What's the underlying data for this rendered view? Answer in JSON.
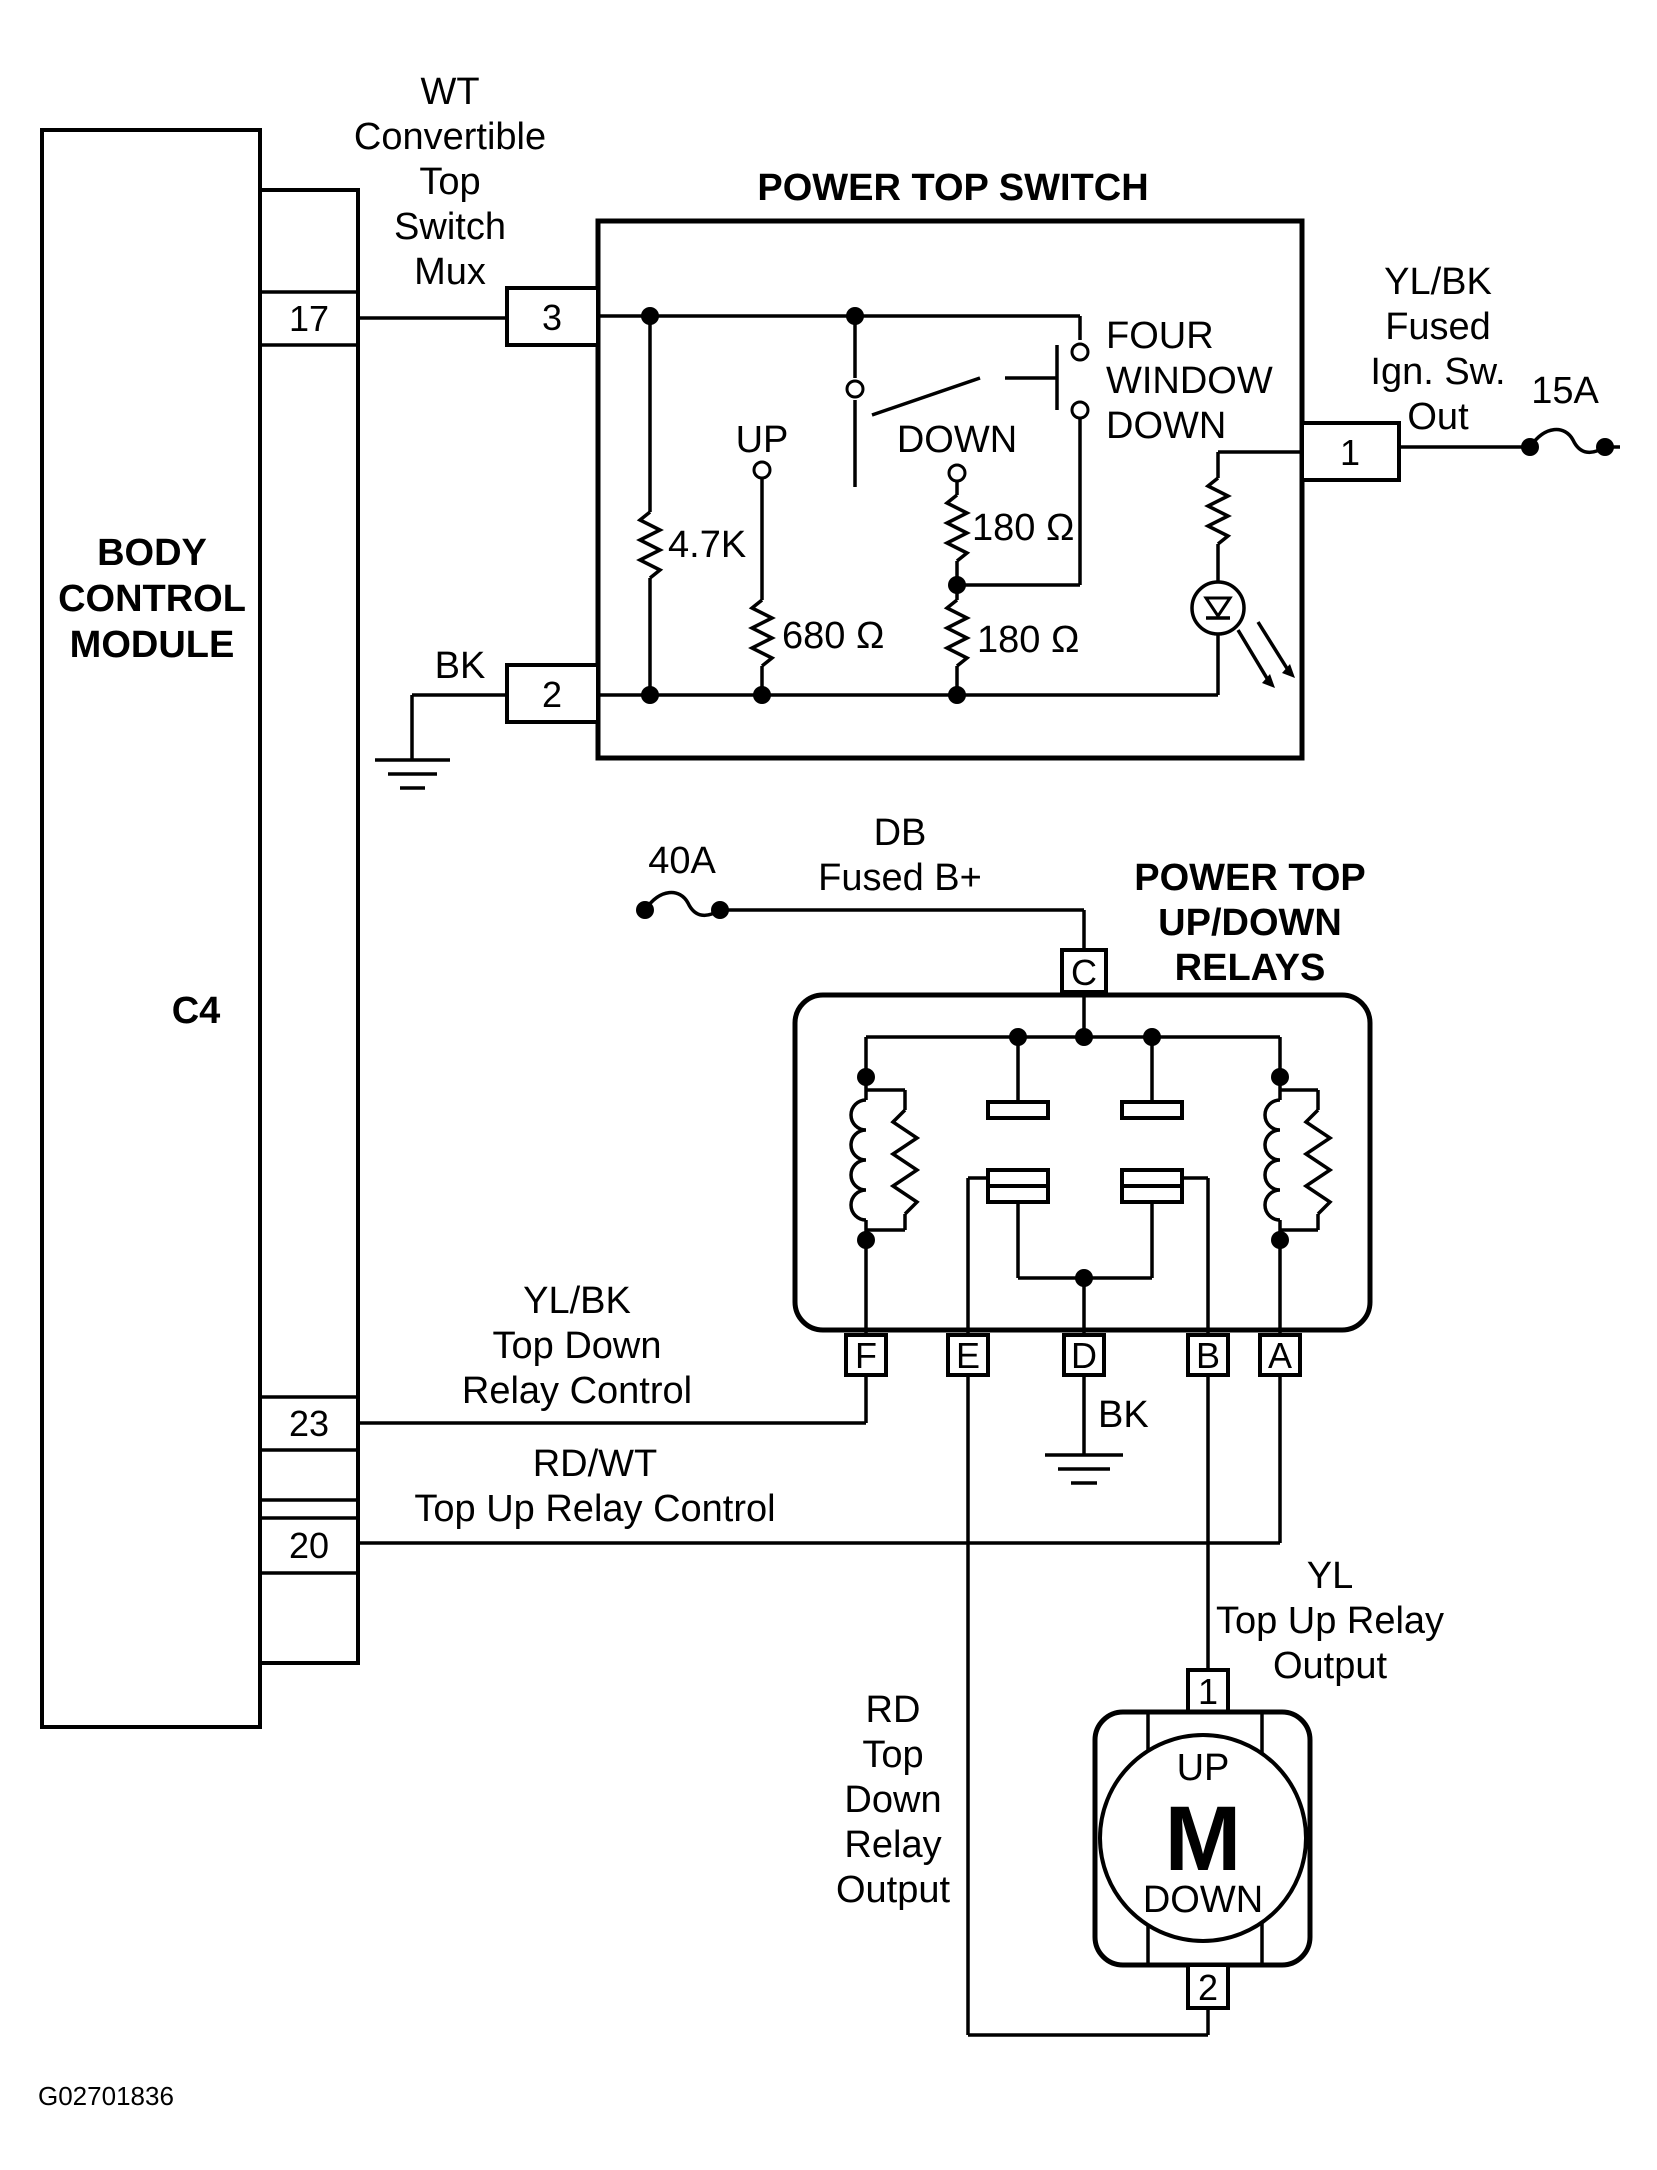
{
  "module": {
    "name_line1": "BODY",
    "name_line2": "CONTROL",
    "name_line3": "MODULE",
    "connector": "C4",
    "pins": {
      "p17": "17",
      "p23": "23",
      "p20": "20"
    }
  },
  "wires": {
    "mux": [
      "WT",
      "Convertible",
      "Top",
      "Switch",
      "Mux"
    ],
    "ground_switch": "BK",
    "fused_ign": [
      "YL/BK",
      "Fused",
      "Ign. Sw.",
      "Out"
    ],
    "fuse_15a": "15A",
    "fuse_40a": "40A",
    "fused_b": [
      "DB",
      "Fused B+"
    ],
    "down_ctrl": [
      "YL/BK",
      "Top Down",
      "Relay Control"
    ],
    "up_ctrl": [
      "RD/WT",
      "Top Up Relay Control"
    ],
    "ground_relay": "BK",
    "up_output": [
      "YL",
      "Top Up Relay",
      "Output"
    ],
    "down_output": [
      "RD",
      "Top",
      "Down",
      "Relay",
      "Output"
    ]
  },
  "switch": {
    "title": "POWER TOP SWITCH",
    "pins": {
      "p3": "3",
      "p2": "2",
      "p1": "1"
    },
    "four_window": [
      "FOUR",
      "WINDOW",
      "DOWN"
    ],
    "up": "UP",
    "down": "DOWN",
    "r_4k7": "4.7K",
    "r_680": "680 Ω",
    "r_180a": "180 Ω",
    "r_180b": "180 Ω"
  },
  "relays": {
    "title": [
      "POWER TOP",
      "UP/DOWN",
      "RELAYS"
    ],
    "pins": {
      "c": "C",
      "f": "F",
      "e": "E",
      "d": "D",
      "b": "B",
      "a": "A"
    }
  },
  "motor": {
    "letter": "M",
    "up": "UP",
    "down": "DOWN",
    "pins": {
      "p1": "1",
      "p2": "2"
    }
  },
  "figure_id": "G02701836"
}
